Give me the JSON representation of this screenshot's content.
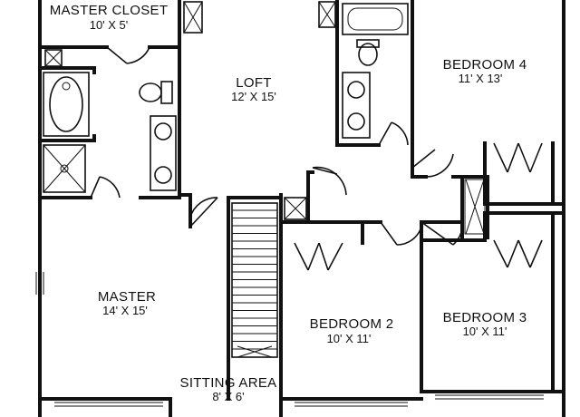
{
  "rooms": {
    "master_closet": {
      "name": "MASTER CLOSET",
      "size": "10' X 5'"
    },
    "loft": {
      "name": "LOFT",
      "size": "12' X 15'"
    },
    "bedroom4": {
      "name": "BEDROOM 4",
      "size": "11' X 13'"
    },
    "master": {
      "name": "MASTER",
      "size": "14' X 15'"
    },
    "bedroom2": {
      "name": "BEDROOM 2",
      "size": "10' X 11'"
    },
    "bedroom3": {
      "name": "BEDROOM 3",
      "size": "10' X 11'"
    },
    "sitting_area": {
      "name": "SITTING AREA",
      "size": "8' X 6'"
    }
  }
}
